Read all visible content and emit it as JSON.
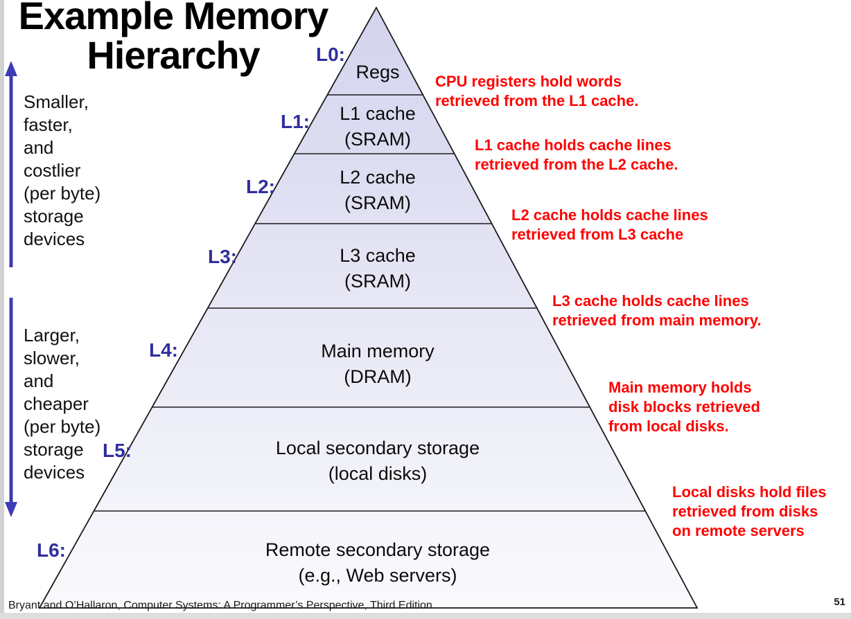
{
  "slide": {
    "title": "Example Memory\nHierarchy",
    "footer": "Bryant and O’Hallaron, Computer Systems: A Programmer’s Perspective, Third Edition",
    "page_number": "51"
  },
  "left_annotations": [
    {
      "arrow_direction": "up",
      "text": "Smaller,\nfaster,\nand\ncostlier\n(per byte)\nstorage\ndevices"
    },
    {
      "arrow_direction": "down",
      "text": "Larger,\nslower,\nand\ncheaper\n(per byte)\nstorage\ndevices"
    }
  ],
  "pyramid": {
    "levels": [
      {
        "tag": "L0:",
        "label": "Regs",
        "annotation": "CPU registers hold words\nretrieved from the L1 cache."
      },
      {
        "tag": "L1:",
        "label": "L1 cache\n(SRAM)",
        "annotation": "L1 cache holds cache lines\nretrieved from the L2 cache."
      },
      {
        "tag": "L2:",
        "label": "L2 cache\n(SRAM)",
        "annotation": "L2 cache holds cache lines\nretrieved from L3 cache"
      },
      {
        "tag": "L3:",
        "label": "L3 cache\n(SRAM)",
        "annotation": "L3 cache holds cache lines\nretrieved from main memory."
      },
      {
        "tag": "L4:",
        "label": "Main memory\n(DRAM)",
        "annotation": "Main memory holds\ndisk blocks retrieved\nfrom local disks."
      },
      {
        "tag": "L5:",
        "label": "Local secondary storage\n(local disks)",
        "annotation": "Local disks hold files\nretrieved from disks\non remote servers"
      },
      {
        "tag": "L6:",
        "label": "Remote secondary storage\n(e.g., Web servers)",
        "annotation": ""
      }
    ]
  },
  "colors": {
    "pyramid_fill_top": "#d3d3ee",
    "pyramid_fill_bottom": "#fafafd",
    "pyramid_outline": "#1a1a1a",
    "level_tag_blue": "#2f2f9d",
    "annotation_red": "#ff0000",
    "arrow_blue": "#3c3cb4",
    "edge_gray": "#d2d2d2"
  }
}
